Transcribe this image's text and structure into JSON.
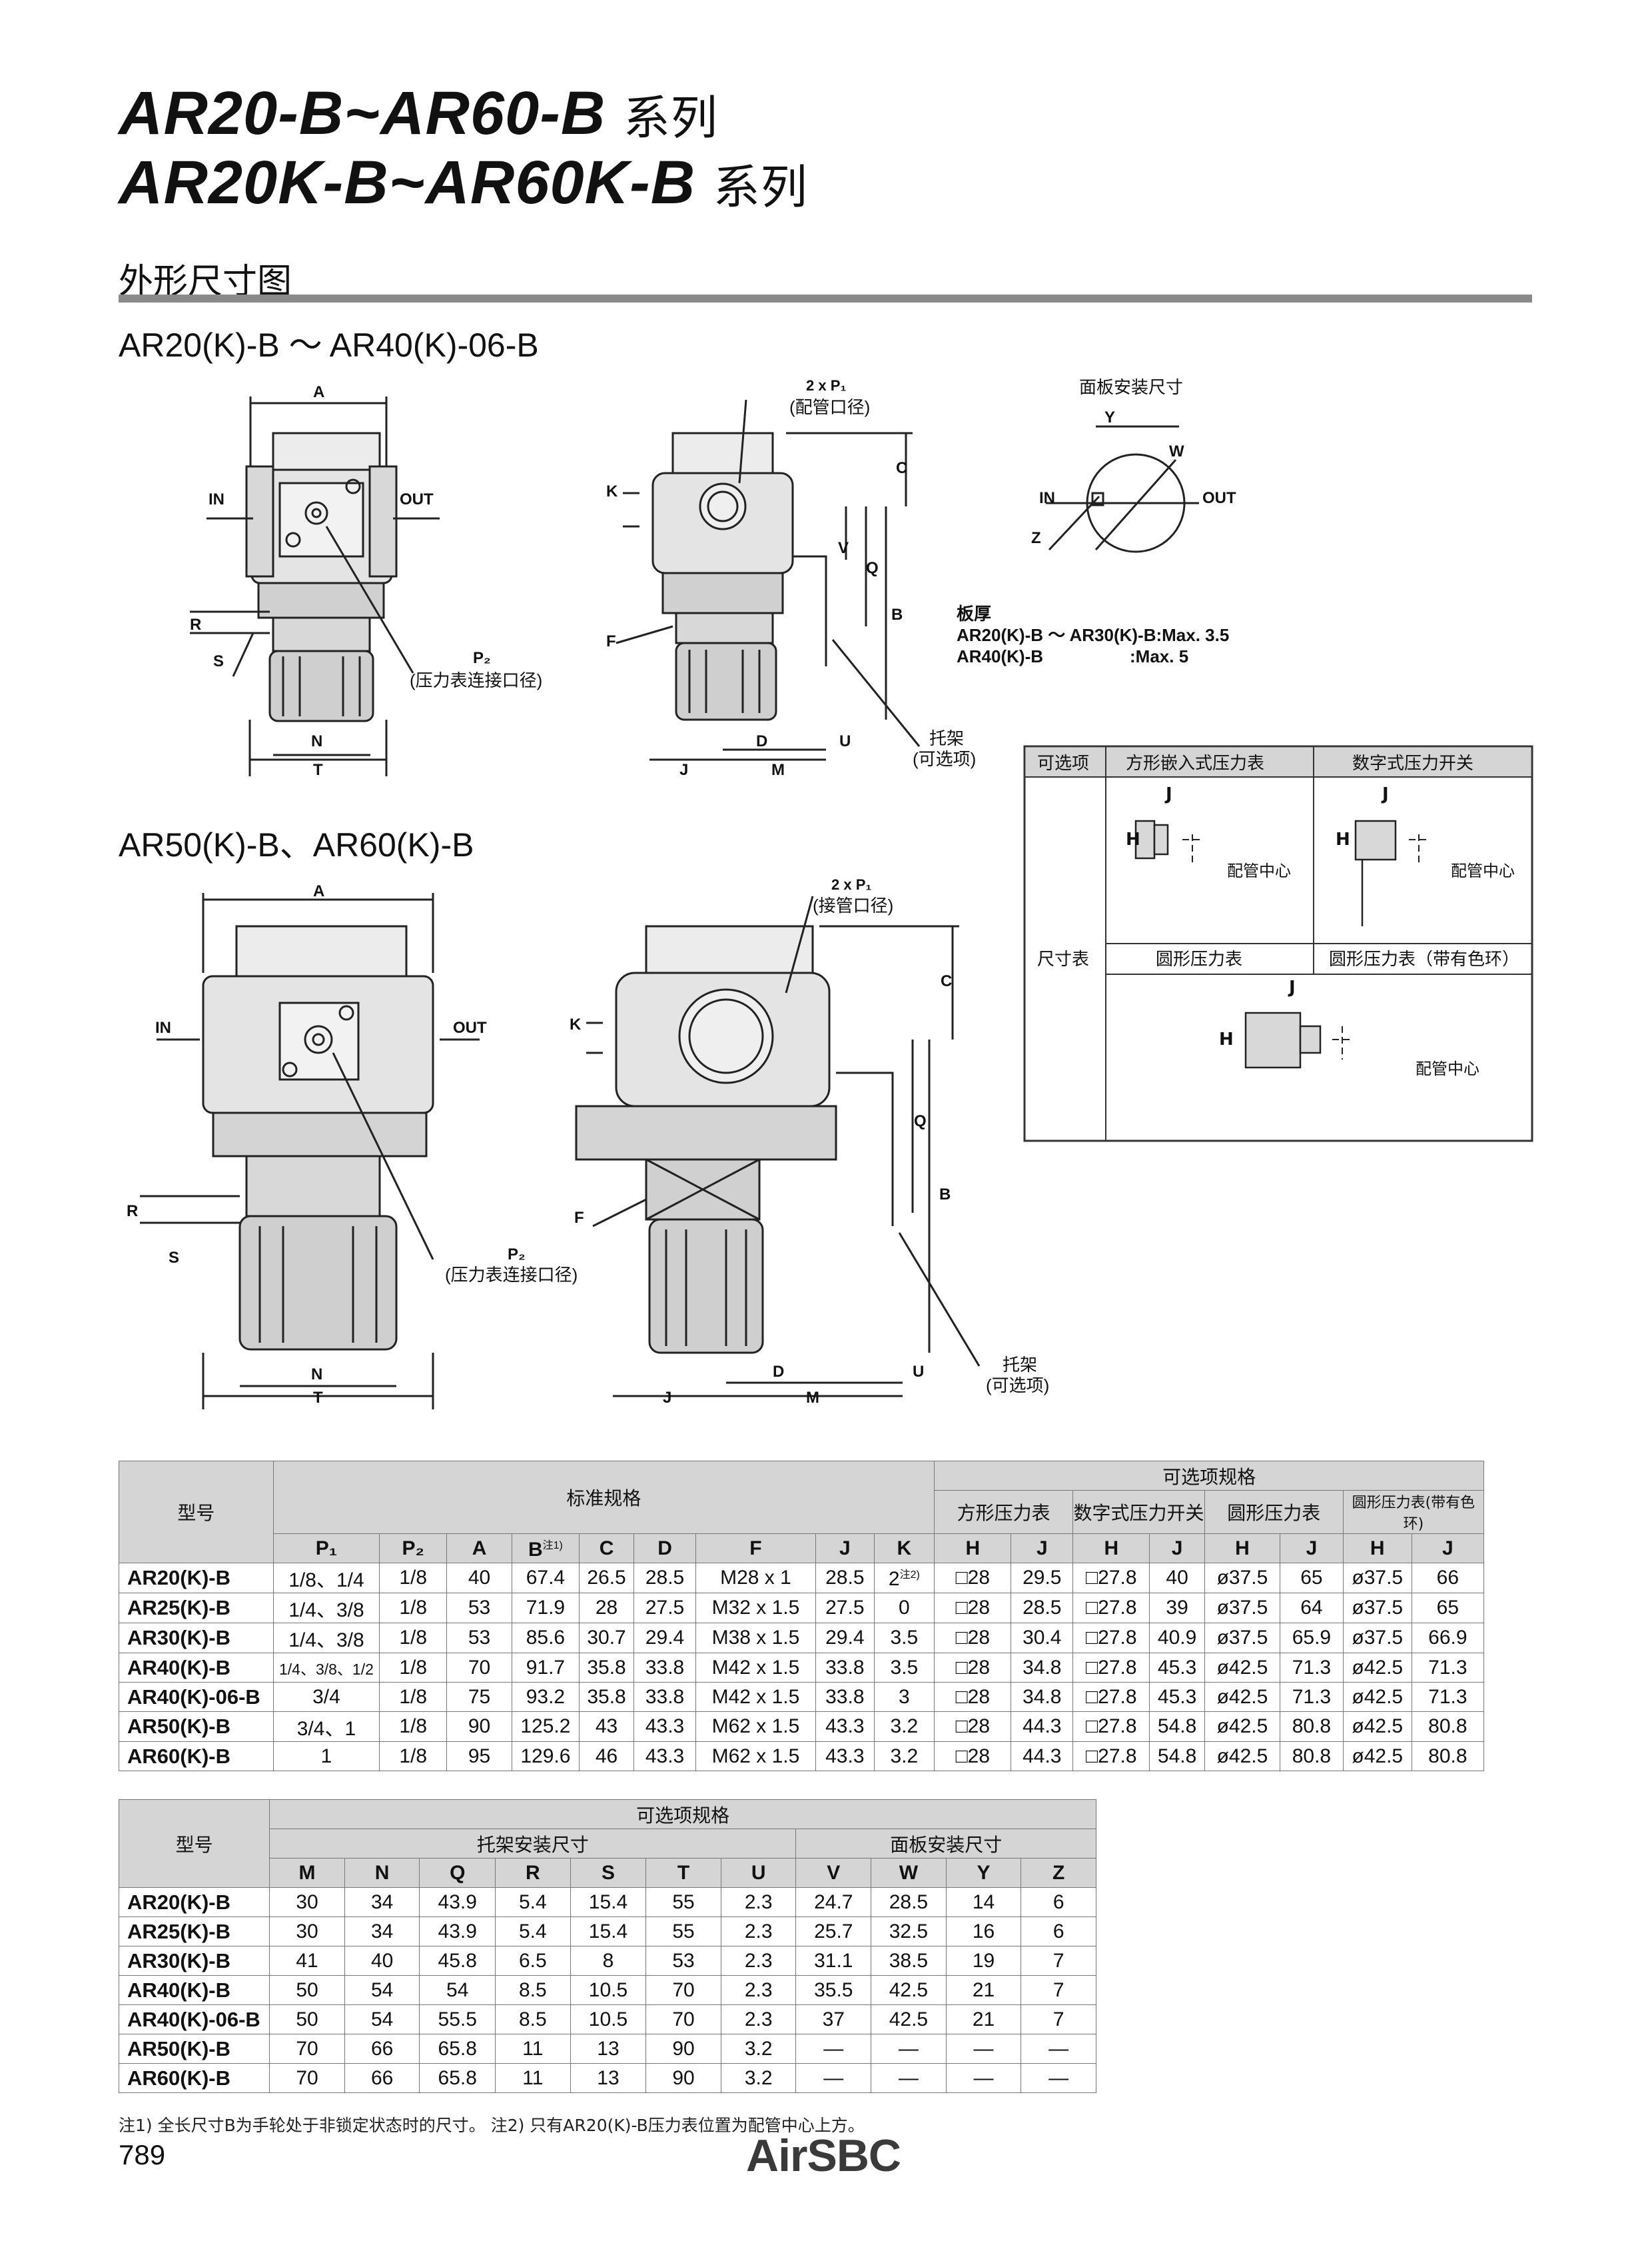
{
  "header": {
    "title_line1": "AR20-B~AR60-B",
    "title_line1_suffix": "系列",
    "title_line2": "AR20K-B~AR60K-B",
    "title_line2_suffix": "系列",
    "section": "外形尺寸图"
  },
  "drawings": {
    "sub1": "AR20(K)-B ～ AR40(K)-06-B",
    "sub2": "AR50(K)-B、AR60(K)-B",
    "panel_title": "面板安装尺寸",
    "plate_thickness": "板厚",
    "plate_line1": "AR20(K)-B ～ AR30(K)-B:Max. 3.5",
    "plate_line2": "AR40(K)-B                  :Max. 5",
    "p1_label_a": "2 x P₁",
    "p1_note_a": "(配管口径)",
    "p1_note_b": "(接管口径)",
    "p2_label": "P₂",
    "p2_note": "(压力表连接口径)",
    "bracket": "托架",
    "bracket_note": "(可选项)",
    "in": "IN",
    "out": "OUT"
  },
  "option_box": {
    "col1": "可选项",
    "col2": "方形嵌入式压力表",
    "col3": "数字式压力开关",
    "row2_label": "尺寸表",
    "round": "圆形压力表",
    "round_color": "圆形压力表（带有色环）",
    "pipe_center": "配管中心"
  },
  "table1": {
    "model_header": "型号",
    "std_header": "标准规格",
    "opt_header": "可选项规格",
    "opt_groups": [
      "方形压力表",
      "数字式压力开关",
      "圆形压力表",
      "圆形压力表(带有色环)"
    ],
    "std_cols": [
      "P₁",
      "P₂",
      "A",
      "B",
      "C",
      "D",
      "F",
      "J",
      "K"
    ],
    "b_note": "注1)",
    "opt_cols": [
      "H",
      "J",
      "H",
      "J",
      "H",
      "J",
      "H",
      "J"
    ],
    "rows": [
      {
        "model": "AR20(K)-B",
        "v": [
          "1/8、1/4",
          "1/8",
          "40",
          "67.4",
          "26.5",
          "28.5",
          "M28 x 1",
          "28.5",
          "2",
          "□28",
          "29.5",
          "□27.8",
          "40",
          "ø37.5",
          "65",
          "ø37.5",
          "66"
        ],
        "k_note": "注2)"
      },
      {
        "model": "AR25(K)-B",
        "v": [
          "1/4、3/8",
          "1/8",
          "53",
          "71.9",
          "28",
          "27.5",
          "M32 x 1.5",
          "27.5",
          "0",
          "□28",
          "28.5",
          "□27.8",
          "39",
          "ø37.5",
          "64",
          "ø37.5",
          "65"
        ]
      },
      {
        "model": "AR30(K)-B",
        "v": [
          "1/4、3/8",
          "1/8",
          "53",
          "85.6",
          "30.7",
          "29.4",
          "M38 x 1.5",
          "29.4",
          "3.5",
          "□28",
          "30.4",
          "□27.8",
          "40.9",
          "ø37.5",
          "65.9",
          "ø37.5",
          "66.9"
        ]
      },
      {
        "model": "AR40(K)-B",
        "v": [
          "1/4、3/8、1/2",
          "1/8",
          "70",
          "91.7",
          "35.8",
          "33.8",
          "M42 x 1.5",
          "33.8",
          "3.5",
          "□28",
          "34.8",
          "□27.8",
          "45.3",
          "ø42.5",
          "71.3",
          "ø42.5",
          "71.3"
        ]
      },
      {
        "model": "AR40(K)-06-B",
        "v": [
          "3/4",
          "1/8",
          "75",
          "93.2",
          "35.8",
          "33.8",
          "M42 x 1.5",
          "33.8",
          "3",
          "□28",
          "34.8",
          "□27.8",
          "45.3",
          "ø42.5",
          "71.3",
          "ø42.5",
          "71.3"
        ]
      },
      {
        "model": "AR50(K)-B",
        "v": [
          "3/4、1",
          "1/8",
          "90",
          "125.2",
          "43",
          "43.3",
          "M62 x 1.5",
          "43.3",
          "3.2",
          "□28",
          "44.3",
          "□27.8",
          "54.8",
          "ø42.5",
          "80.8",
          "ø42.5",
          "80.8"
        ]
      },
      {
        "model": "AR60(K)-B",
        "v": [
          "1",
          "1/8",
          "95",
          "129.6",
          "46",
          "43.3",
          "M62 x 1.5",
          "43.3",
          "3.2",
          "□28",
          "44.3",
          "□27.8",
          "54.8",
          "ø42.5",
          "80.8",
          "ø42.5",
          "80.8"
        ]
      }
    ]
  },
  "table2": {
    "model_header": "型号",
    "opt_header": "可选项规格",
    "bracket_header": "托架安装尺寸",
    "panel_header": "面板安装尺寸",
    "cols": [
      "M",
      "N",
      "Q",
      "R",
      "S",
      "T",
      "U",
      "V",
      "W",
      "Y",
      "Z"
    ],
    "rows": [
      {
        "model": "AR20(K)-B",
        "v": [
          "30",
          "34",
          "43.9",
          "5.4",
          "15.4",
          "55",
          "2.3",
          "24.7",
          "28.5",
          "14",
          "6"
        ]
      },
      {
        "model": "AR25(K)-B",
        "v": [
          "30",
          "34",
          "43.9",
          "5.4",
          "15.4",
          "55",
          "2.3",
          "25.7",
          "32.5",
          "16",
          "6"
        ]
      },
      {
        "model": "AR30(K)-B",
        "v": [
          "41",
          "40",
          "45.8",
          "6.5",
          "8",
          "53",
          "2.3",
          "31.1",
          "38.5",
          "19",
          "7"
        ]
      },
      {
        "model": "AR40(K)-B",
        "v": [
          "50",
          "54",
          "54",
          "8.5",
          "10.5",
          "70",
          "2.3",
          "35.5",
          "42.5",
          "21",
          "7"
        ]
      },
      {
        "model": "AR40(K)-06-B",
        "v": [
          "50",
          "54",
          "55.5",
          "8.5",
          "10.5",
          "70",
          "2.3",
          "37",
          "42.5",
          "21",
          "7"
        ]
      },
      {
        "model": "AR50(K)-B",
        "v": [
          "70",
          "66",
          "65.8",
          "11",
          "13",
          "90",
          "3.2",
          "—",
          "—",
          "—",
          "—"
        ]
      },
      {
        "model": "AR60(K)-B",
        "v": [
          "70",
          "66",
          "65.8",
          "11",
          "13",
          "90",
          "3.2",
          "—",
          "—",
          "—",
          "—"
        ]
      }
    ]
  },
  "footer": {
    "note": "注1) 全长尺寸B为手轮处于非锁定状态时的尺寸。  注2) 只有AR20(K)-B压力表位置为配管中心上方。",
    "page": "789",
    "brand": "AirSBC"
  }
}
